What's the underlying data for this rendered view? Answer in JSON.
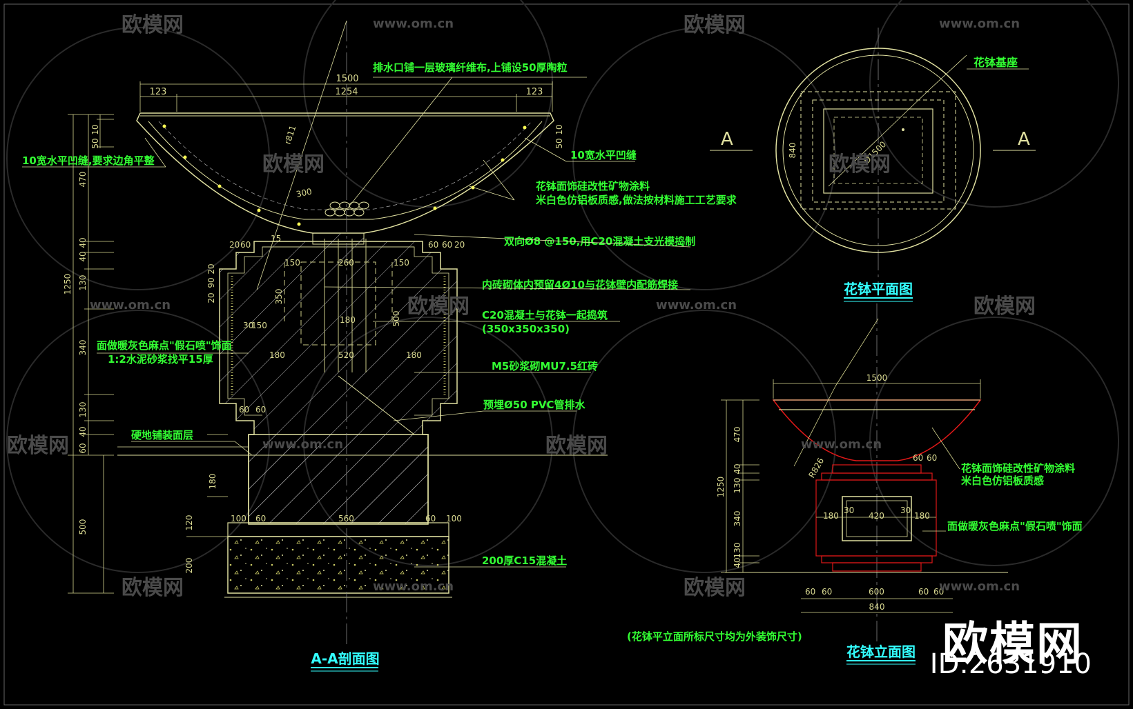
{
  "colors": {
    "background": "#000000",
    "outline": "#e0e0a0",
    "dim": "#d8d890",
    "note": "#33ff33",
    "title": "#33ffff",
    "hatch": "#bbbbbb",
    "red": "#e01818"
  },
  "section": {
    "title": "A-A剖面图",
    "dims_top": [
      "1500",
      "123",
      "1254",
      "123"
    ],
    "dims_left": [
      "10",
      "50",
      "470",
      "40",
      "40",
      "130",
      "1250",
      "20",
      "90",
      "20",
      "340",
      "130",
      "40",
      "60",
      "180",
      "500",
      "120",
      "200"
    ],
    "dims_right": [
      "10",
      "50"
    ],
    "dims_inner": [
      "300",
      "20",
      "60",
      "60",
      "150",
      "260",
      "150",
      "60",
      "20",
      "350",
      "180",
      "500",
      "180",
      "520",
      "180",
      "30",
      "150",
      "60",
      "60",
      "100",
      "60",
      "560",
      "60",
      "100",
      "15",
      "r811"
    ],
    "notes": [
      "排水口铺一层玻璃纤维布,上铺设50厚陶粒",
      "10宽水平凹缝,要求边角平整",
      "10宽水平凹缝",
      "花钵面饰硅改性矿物涂料",
      "米白色仿铝板质感,做法按材料施工工艺要求",
      "双向Ø8 @150,用C20混凝土支光模捣制",
      "内砖砌体内预留4Ø10与花钵壁内配筋焊接",
      "C20混凝土与花钵一起捣筑",
      "(350x350x350)",
      "面做暖灰色麻点\"假石喷\"饰面",
      "1:2水泥砂浆找平15厚",
      "M5砂浆砌MU7.5红砖",
      "预埋Ø50 PVC管排水",
      "硬地铺装面层",
      "200厚C15混凝土"
    ]
  },
  "plan": {
    "title": "花钵平面图",
    "label": "花钵基座",
    "cut_left": "A",
    "cut_right": "A",
    "dim_diameter": "D1500",
    "dim_side": "840"
  },
  "elevation": {
    "title": "花钵立面图",
    "dims": [
      "1500",
      "R826",
      "470",
      "40",
      "130",
      "1250",
      "340",
      "130",
      "40",
      "60",
      "60",
      "180",
      "30",
      "420",
      "30",
      "180",
      "60",
      "60",
      "600",
      "60",
      "60",
      "840"
    ],
    "notes": [
      "花钵面饰硅改性矿物涂料",
      "米白色仿铝板质感",
      "面做暖灰色麻点\"假石喷\"饰面"
    ],
    "footnote": "(花钵平立面所标尺寸均为外装饰尺寸)"
  },
  "watermark": {
    "brand": "欧模网",
    "site": "www.om.cn",
    "id": "ID:2631910"
  }
}
